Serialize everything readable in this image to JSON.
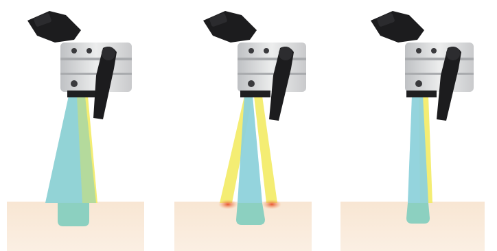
{
  "figure": {
    "panels": [
      {
        "id": "wide-beam",
        "label": ""
      },
      {
        "id": "crossing-beams",
        "label": ""
      },
      {
        "id": "narrow-beams",
        "label": ""
      }
    ]
  },
  "colors": {
    "background": "#ffffff",
    "tissue": "#f5e0cb",
    "blue_beam": "#7ec8e8",
    "yellow_beam": "#f2ea5a",
    "overlap": "#8cd0c0",
    "hotspot": "#e8542a",
    "microscope_body": "#d9dadc",
    "microscope_dark": "#1c1c1e"
  }
}
